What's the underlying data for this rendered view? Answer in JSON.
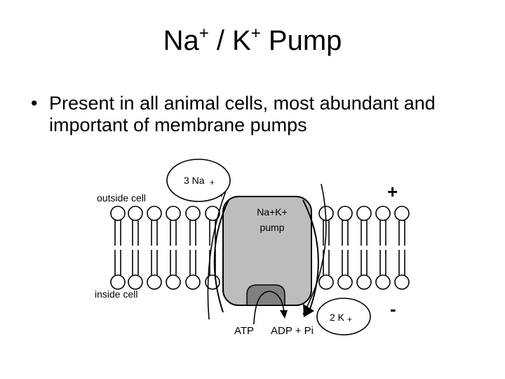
{
  "slide": {
    "title_na": "Na",
    "title_plus1": "+",
    "title_sep": " / K",
    "title_plus2": "+",
    "title_rest": " Pump",
    "bullet_marker": "•",
    "bullet_text": "Present in all animal cells, most abundant and important of membrane pumps"
  },
  "diagram": {
    "label_outside": "outside cell",
    "label_inside": "inside cell",
    "label_plus": "+",
    "label_minus": "-",
    "sodium_label": "3 Na",
    "sodium_sup": "+",
    "potassium_label": "2 K",
    "potassium_sup": "+",
    "pump_label_line1": "Na+K+",
    "pump_label_line2": "pump",
    "atp_label": "ATP",
    "adp_label": "ADP + Pi",
    "colors": {
      "pump_fill": "#bdbdbd",
      "atp_site_fill": "#808080",
      "line": "#000000"
    }
  }
}
